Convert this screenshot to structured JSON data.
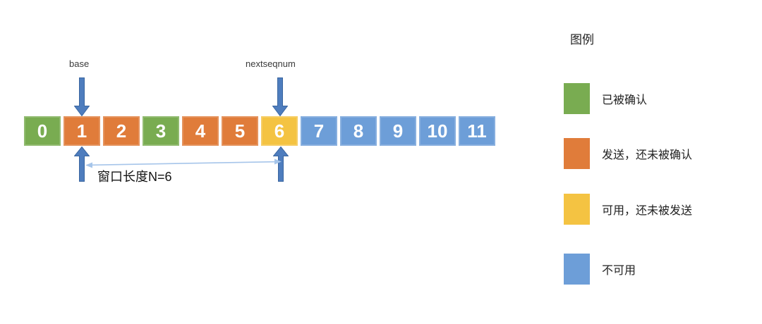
{
  "diagram": {
    "base_label": "base",
    "nextseqnum_label": "nextseqnum",
    "window_label": "窗口长度N=6",
    "cells": [
      {
        "num": "0",
        "state": "acked"
      },
      {
        "num": "1",
        "state": "sent"
      },
      {
        "num": "2",
        "state": "sent"
      },
      {
        "num": "3",
        "state": "acked"
      },
      {
        "num": "4",
        "state": "sent"
      },
      {
        "num": "5",
        "state": "sent"
      },
      {
        "num": "6",
        "state": "usable"
      },
      {
        "num": "7",
        "state": "unavailable"
      },
      {
        "num": "8",
        "state": "unavailable"
      },
      {
        "num": "9",
        "state": "unavailable"
      },
      {
        "num": "10",
        "state": "unavailable"
      },
      {
        "num": "11",
        "state": "unavailable"
      }
    ]
  },
  "legend": {
    "title": "图例",
    "items": [
      {
        "state": "acked",
        "label": "已被确认"
      },
      {
        "state": "sent",
        "label": "发送，还未被确认"
      },
      {
        "state": "usable",
        "label": "可用，还未被发送"
      },
      {
        "state": "unavailable",
        "label": "不可用"
      }
    ]
  },
  "colors": {
    "acked": "#79AC51",
    "sent": "#E07C3A",
    "usable": "#F4C342",
    "unavailable": "#6D9ED8",
    "arrow_fill": "#4E7DBE",
    "arrow_stroke": "#3A66A0",
    "span_arrow": "#A6C5EA"
  }
}
